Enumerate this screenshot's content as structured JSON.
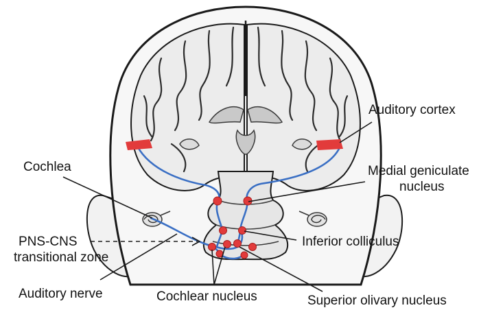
{
  "labels": {
    "auditory_cortex": "Auditory cortex",
    "cochlea": "Cochlea",
    "medial_geniculate_line1": "Medial geniculate",
    "medial_geniculate_line2": "nucleus",
    "pns_cns_line1": "PNS-CNS",
    "pns_cns_line2": "transitional zone",
    "inferior_colliculus": "Inferior colliculus",
    "auditory_nerve": "Auditory nerve",
    "cochlear_nucleus": "Cochlear nucleus",
    "superior_olivary_nucleus": "Superior olivary nucleus"
  },
  "colors": {
    "pathway": "#3a6fc4",
    "nucleus": "#e23b3b",
    "outline": "#1a1a1a",
    "brain_fill": "#ececec",
    "head_fill": "#f7f7f7"
  }
}
